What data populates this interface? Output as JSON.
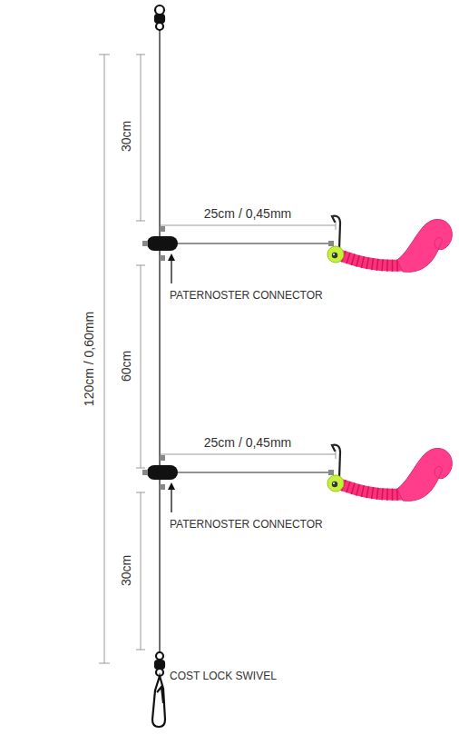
{
  "diagram": {
    "labels": [
      "30cm",
      "25cm / 0,45mm",
      "PATERNOSTER CONNECTOR",
      "120cm / 0,60mm",
      "60cm",
      "25cm / 0,45mm",
      "PATERNOSTER CONNECTOR",
      "30cm",
      "COST LOCK SWIVEL"
    ]
  }
}
